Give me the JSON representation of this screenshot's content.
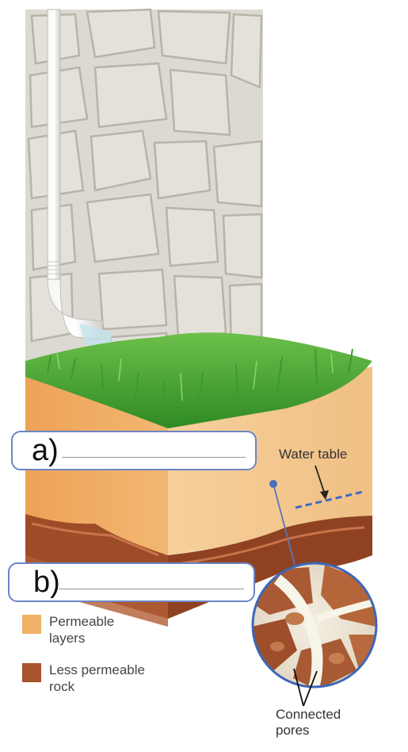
{
  "labels": {
    "a": "a)",
    "b": "b)"
  },
  "annotations": {
    "water_table": "Water table",
    "connected_pores_line1": "Connected",
    "connected_pores_line2": "pores"
  },
  "legend": [
    {
      "text_line1": "Permeable",
      "text_line2": "layers",
      "color": "#f0b266"
    },
    {
      "text_line1": "Less permeable",
      "text_line2": "rock",
      "color": "#a8522e"
    }
  ],
  "colors": {
    "stone_wall": "#d9d6d0",
    "grass": "#4fa636",
    "soil": "#f1b56e",
    "rock": "#9c4a28",
    "water_table_line": "#3c6cc4",
    "label_box_border": "#6b86c4"
  }
}
